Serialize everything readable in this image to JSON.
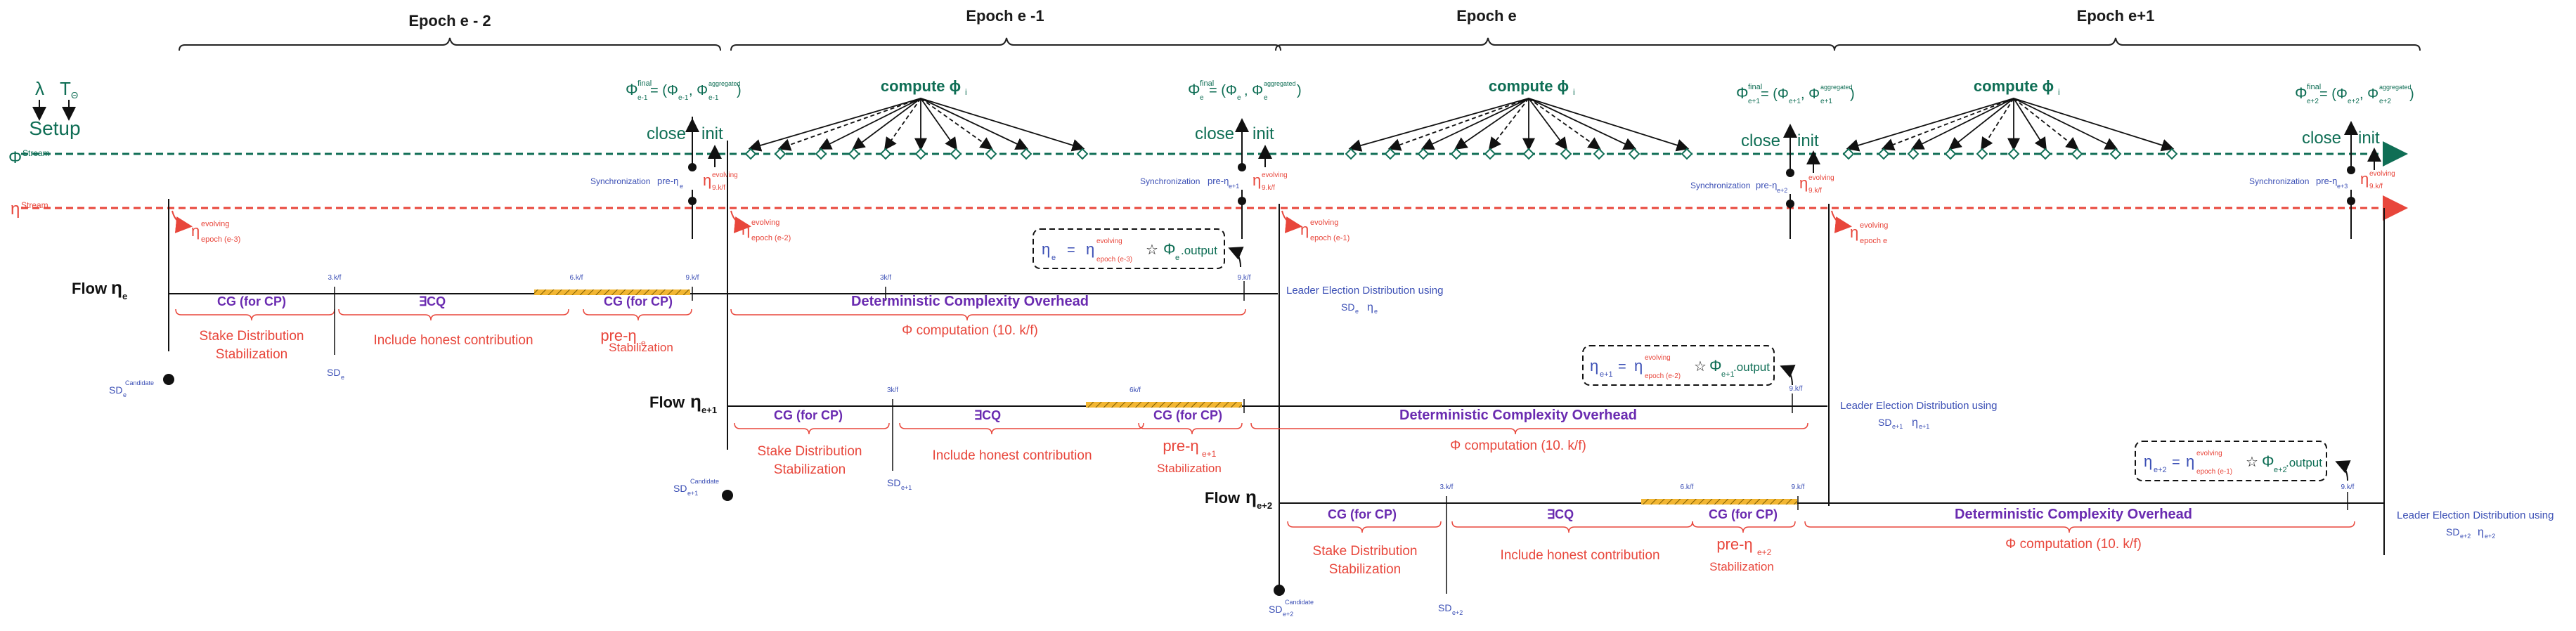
{
  "epochs": [
    "Epoch e - 2",
    "Epoch e -1",
    "Epoch e",
    "Epoch e+1"
  ],
  "setup": {
    "lambda": "λ",
    "t": "T",
    "t_sub": "Θ",
    "label": "Setup"
  },
  "streams": {
    "phi": "Φ",
    "phi_sup": "Stream",
    "eta": "η",
    "eta_sup": "Stream"
  },
  "compute_labels": [
    "compute ϕ",
    "compute ϕ",
    "compute ϕ"
  ],
  "compute_sub": [
    "i",
    "i",
    "i"
  ],
  "close_label": "close",
  "init_label": "init",
  "sync_label": "Synchronization",
  "phi_final": [
    {
      "main": "Φ",
      "sup": "final",
      "sub": "e-1",
      "rhs": "= (Φ",
      "rhs_sub": "e-1",
      "rhs2": ", Φ",
      "rhs2_sup": "aggregated",
      "rhs2_sub": "e-1",
      "close": ")"
    },
    {
      "main": "Φ",
      "sup": "final",
      "sub": "e",
      "rhs": "= (Φ",
      "rhs_sub": "e",
      "rhs2": ", Φ",
      "rhs2_sup": "aggregated",
      "rhs2_sub": "e",
      "close": ")"
    },
    {
      "main": "Φ",
      "sup": "final",
      "sub": "e+1",
      "rhs": "= (Φ",
      "rhs_sub": "e+1",
      "rhs2": ", Φ",
      "rhs2_sup": "aggregated",
      "rhs2_sub": "e+1",
      "close": ")"
    },
    {
      "main": "Φ",
      "sup": "final",
      "sub": "e+2",
      "rhs": "= (Φ",
      "rhs_sub": "e+2",
      "rhs2": ", Φ",
      "rhs2_sup": "aggregated",
      "rhs2_sub": "e+2",
      "close": ")"
    }
  ],
  "pre_eta_small": [
    "pre-η",
    "pre-η",
    "pre-η",
    "pre-η"
  ],
  "pre_eta_small_sub": [
    "e",
    "e+1",
    "e+2",
    "e+3"
  ],
  "eta_evolving_top": [
    {
      "main": "η",
      "sup": "evolving",
      "sub": "9.k/f"
    },
    {
      "main": "η",
      "sup": "evolving",
      "sub": "9.k/f"
    },
    {
      "main": "η",
      "sup": "evolving",
      "sub": "9.k/f"
    },
    {
      "main": "η",
      "sup": "evolving",
      "sub": "9.k/f"
    }
  ],
  "eta_evolving_epoch": [
    {
      "main": "η",
      "sup": "evolving",
      "sub": "epoch (e-3)"
    },
    {
      "main": "η",
      "sup": "evolving",
      "sub": "epoch (e-2)"
    },
    {
      "main": "η",
      "sup": "evolving",
      "sub": "epoch (e-1)"
    },
    {
      "main": "η",
      "sup": "evolving",
      "sub": "epoch e"
    }
  ],
  "flows": [
    {
      "label": "Flow",
      "eta": "η",
      "eta_sub": "e",
      "ticks": [
        "3.k/f",
        "6.k/f",
        "9.k/f",
        "3k/f",
        "9.k/f"
      ],
      "segments": [
        "CG (for CP)",
        "∃CQ",
        "CG (for CP)",
        "Deterministic Complexity Overhead"
      ],
      "notes": [
        "Stake Distribution",
        "Stabilization",
        "Include honest contribution",
        "pre-η",
        "e",
        "Stabilization",
        "Φ computation (10. k/f)"
      ],
      "sd_candidate": "SD",
      "sd_candidate_sub": "e",
      "sd_candidate_sup": "Candidate",
      "sd": "SD",
      "sd_sub": "e",
      "formula": {
        "lhs": "η",
        "lhs_sub": "e",
        "eq": "=",
        "eta": "η",
        "eta_sup": "evolving",
        "eta_sub": "epoch (e-3)",
        "star": "☆",
        "phi": "Φ",
        "phi_sub": "e",
        "out": ".output"
      },
      "leader": "Leader Election Distribution using",
      "leader_sd": "SD",
      "leader_sd_sub": "e",
      "leader_eta": "η",
      "leader_eta_sub": "e"
    },
    {
      "label": "Flow",
      "eta": "η",
      "eta_sub": "e+1",
      "ticks": [
        "3k/f",
        "6k/f",
        "9.k/f"
      ],
      "segments": [
        "CG (for CP)",
        "∃CQ",
        "CG (for CP)",
        "Deterministic Complexity Overhead"
      ],
      "notes": [
        "Stake Distribution",
        "Stabilization",
        "Include honest contribution",
        "pre-η",
        "e+1",
        "Stabilization",
        "Φ computation (10. k/f)"
      ],
      "sd_candidate": "SD",
      "sd_candidate_sub": "e+1",
      "sd_candidate_sup": "Candidate",
      "sd": "SD",
      "sd_sub": "e+1",
      "formula": {
        "lhs": "η",
        "lhs_sub": "e+1",
        "eq": "=",
        "eta": "η",
        "eta_sup": "evolving",
        "eta_sub": "epoch (e-2)",
        "star": "☆",
        "phi": "Φ",
        "phi_sub": "e+1",
        "out": ".output"
      },
      "leader": "Leader Election Distribution using",
      "leader_sd": "SD",
      "leader_sd_sub": "e+1",
      "leader_eta": "η",
      "leader_eta_sub": "e+1"
    },
    {
      "label": "Flow",
      "eta": "η",
      "eta_sub": "e+2",
      "ticks": [
        "3.k/f",
        "6.k/f",
        "9.k/f",
        "9.k/f"
      ],
      "segments": [
        "CG (for CP)",
        "∃CQ",
        "CG (for CP)",
        "Deterministic Complexity Overhead"
      ],
      "notes": [
        "Stake Distribution",
        "Stabilization",
        "Include honest contribution",
        "pre-η",
        "e+2",
        "Stabilization",
        "Φ computation (10. k/f)"
      ],
      "sd_candidate": "SD",
      "sd_candidate_sub": "e+2",
      "sd_candidate_sup": "Candidate",
      "sd": "SD",
      "sd_sub": "e+2",
      "formula": {
        "lhs": "η",
        "lhs_sub": "e+2",
        "eq": "=",
        "eta": "η",
        "eta_sup": "evolving",
        "eta_sub": "epoch (e-1)",
        "star": "☆",
        "phi": "Φ",
        "phi_sub": "e+2",
        "out": ".output"
      },
      "leader": "Leader Election Distribution using",
      "leader_sd": "SD",
      "leader_sd_sub": "e+2",
      "leader_eta": "η",
      "leader_eta_sub": "e+2"
    }
  ],
  "colors": {
    "green": "#0f6e55",
    "red": "#e8463b",
    "blue": "#3b4fb5",
    "purple": "#6a2bb0",
    "hatch": "#f2b632"
  }
}
